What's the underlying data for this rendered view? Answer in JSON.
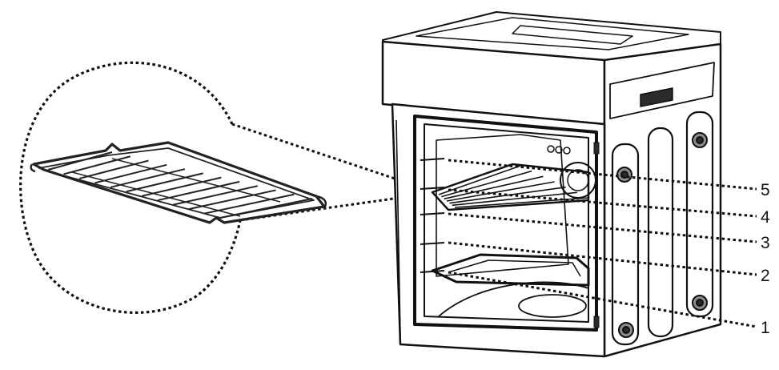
{
  "figure": {
    "shelf_levels": [
      {
        "level": "5"
      },
      {
        "level": "4"
      },
      {
        "level": "3"
      },
      {
        "level": "2"
      },
      {
        "level": "1"
      }
    ],
    "colors": {
      "line": "#111111",
      "fill_dark": "#2b2b2b",
      "fill_mid": "#8c8c8c",
      "background": "#ffffff"
    },
    "icons": [
      "wire-rack-icon",
      "oven-icon"
    ]
  }
}
